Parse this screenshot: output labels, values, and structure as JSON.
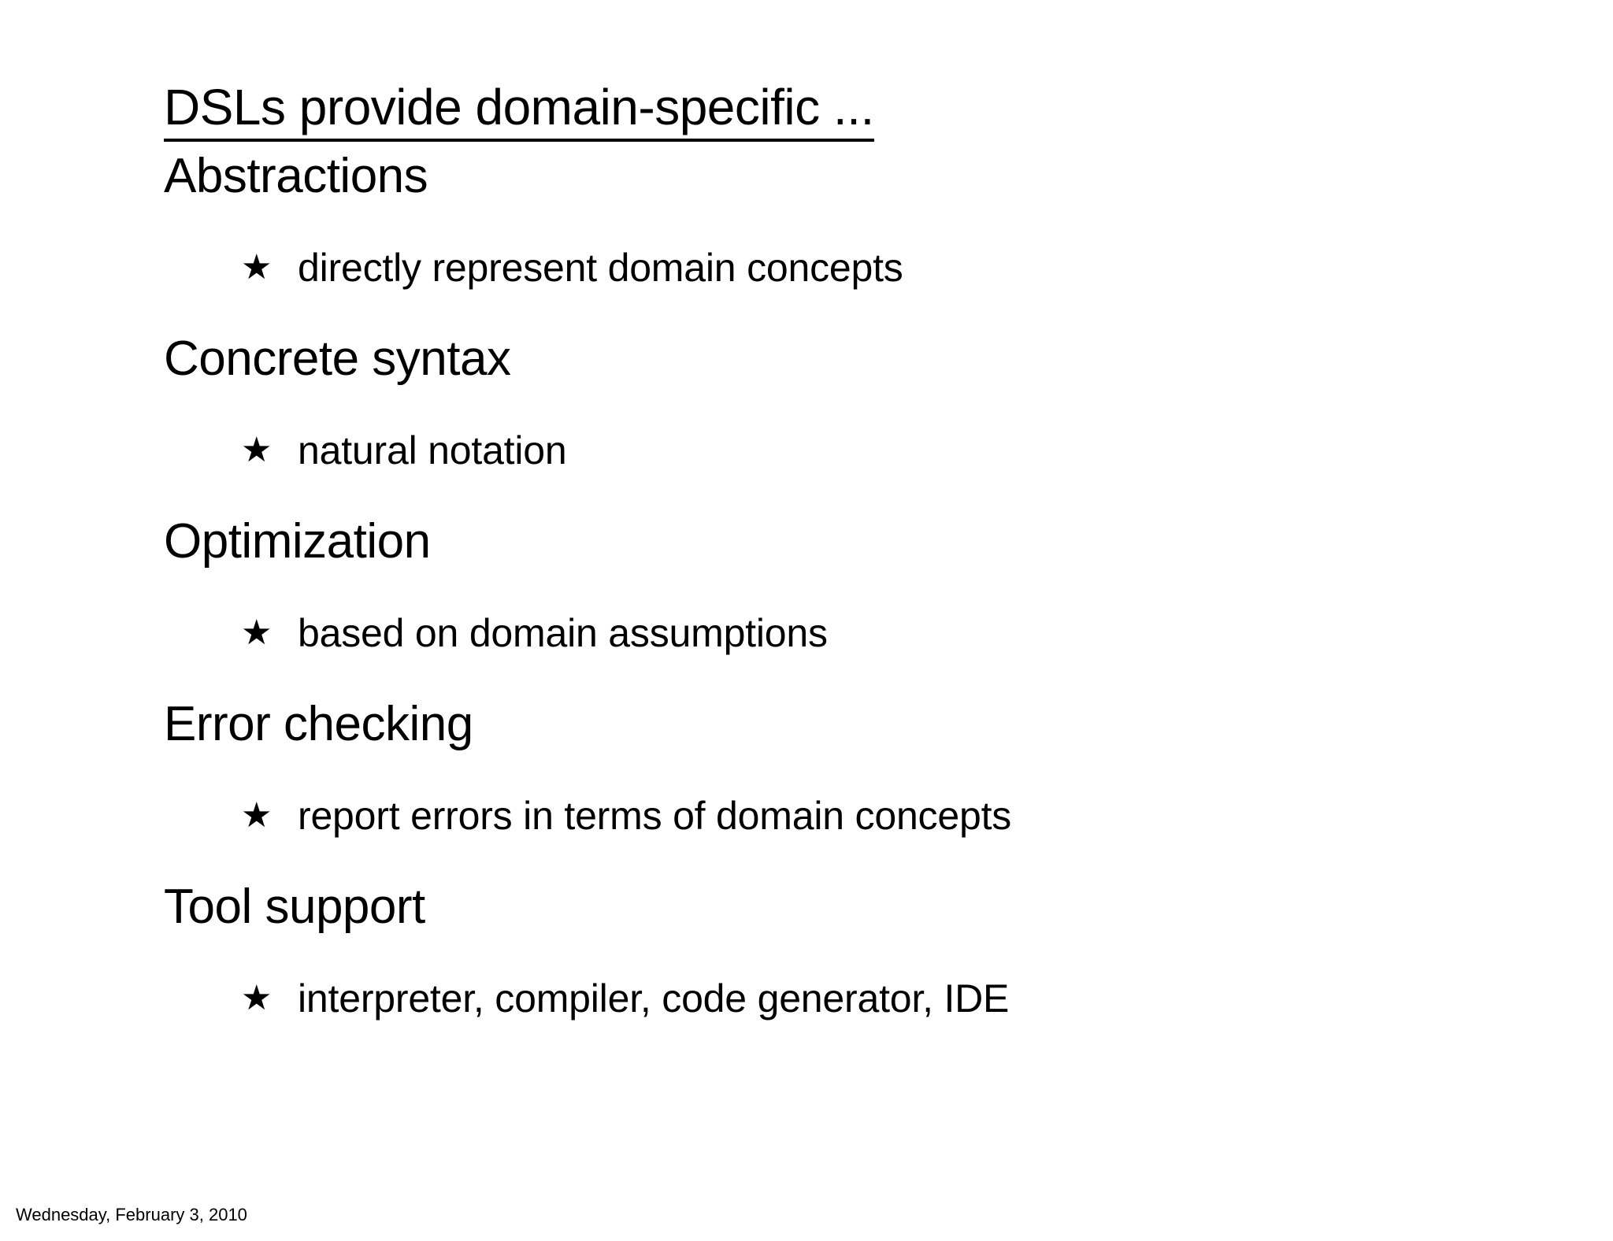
{
  "slide": {
    "title": "DSLs provide domain-specific ...",
    "title_underlined": true,
    "background_color": "#ffffff",
    "text_color": "#000000",
    "bullet_glyph": "★",
    "bullet_icon_name": "star-bullet-icon",
    "sections": [
      {
        "heading": "Abstractions",
        "bullets": [
          "directly represent domain concepts"
        ]
      },
      {
        "heading": "Concrete syntax",
        "bullets": [
          "natural notation"
        ]
      },
      {
        "heading": "Optimization",
        "bullets": [
          "based on domain assumptions"
        ]
      },
      {
        "heading": "Error checking",
        "bullets": [
          "report errors in terms of domain concepts"
        ]
      },
      {
        "heading": "Tool support",
        "bullets": [
          "interpreter, compiler, code generator, IDE"
        ]
      }
    ],
    "footer": {
      "date": "Wednesday, February 3, 2010"
    }
  }
}
